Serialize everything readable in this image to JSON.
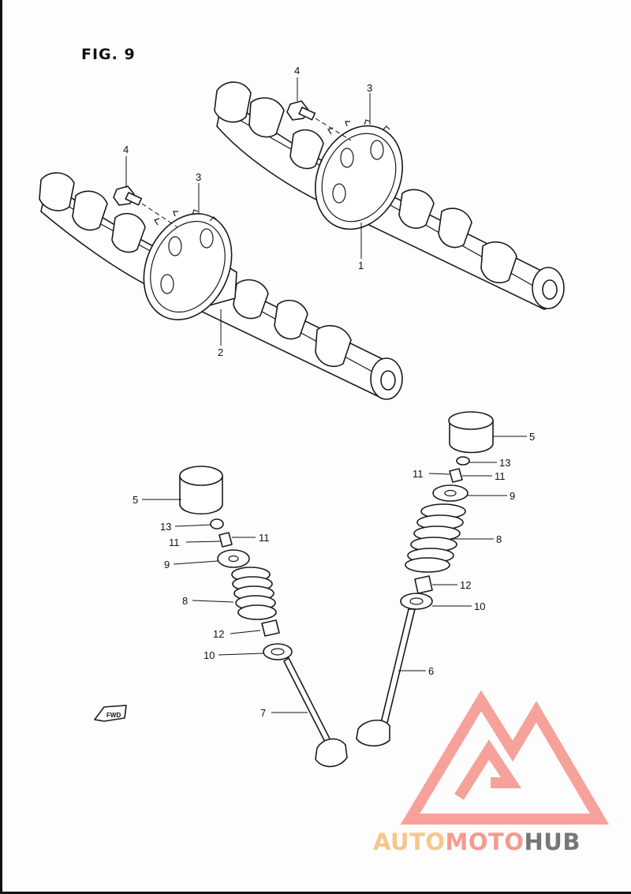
{
  "figure": {
    "title": "FIG. 9"
  },
  "labels": {
    "camshaft_intake_upper": "1",
    "camshaft_exhaust_lower": "2",
    "sprocket_upper": "3",
    "sprocket_lower": "3",
    "bolt_upper": "4",
    "bolt_lower": "4",
    "tappet_right": "5",
    "tappet_left": "5",
    "valve_right": "6",
    "valve_left": "7",
    "spring_right": "8",
    "spring_left": "8",
    "retainer_right": "9",
    "retainer_left": "9",
    "seat_right": "10",
    "seat_left": "10",
    "cotter_right_a": "11",
    "cotter_right_b": "11",
    "cotter_left_a": "11",
    "cotter_left_b": "11",
    "seal_right": "12",
    "seal_left": "12",
    "shim_right": "13",
    "shim_left": "13"
  },
  "fwd_marker": "FWD",
  "watermark": {
    "part1": "AUTO",
    "part2": "MOTO",
    "part3": "HUB",
    "color_auto": "#f5c78a",
    "color_moto": "#f59a8f",
    "color_hub": "#777777",
    "logo_color": "#f5938a"
  }
}
